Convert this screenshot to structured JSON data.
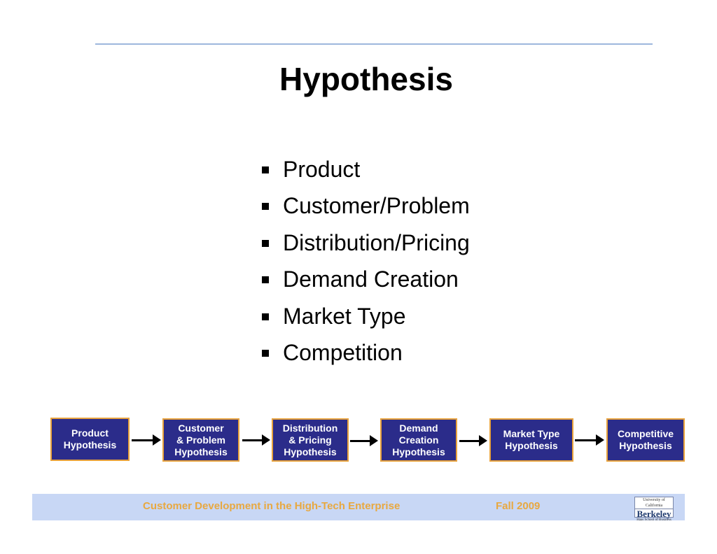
{
  "slide": {
    "title": "Hypothesis",
    "bullets": [
      "Product",
      "Customer/Problem",
      "Distribution/Pricing",
      "Demand Creation",
      "Market Type",
      "Competition"
    ],
    "flow": [
      "Product\nHypothesis",
      "Customer\n& Problem\nHypothesis",
      "Distribution\n& Pricing\nHypothesis",
      "Demand\nCreation\nHypothesis",
      "Market Type\nHypothesis",
      "Competitive\nHypothesis"
    ]
  },
  "footer": {
    "course": "Customer Development in the High-Tech Enterprise",
    "term": "Fall 2009",
    "logo": {
      "line1": "University of California",
      "line2": "Berkeley",
      "line3": "Haas School of Business"
    }
  },
  "colors": {
    "box_fill": "#2b2c8a",
    "box_border": "#e8a23c",
    "footer_bar": "#c8d7f5",
    "footer_text": "#e8a840",
    "rule": "#9db7dd"
  }
}
